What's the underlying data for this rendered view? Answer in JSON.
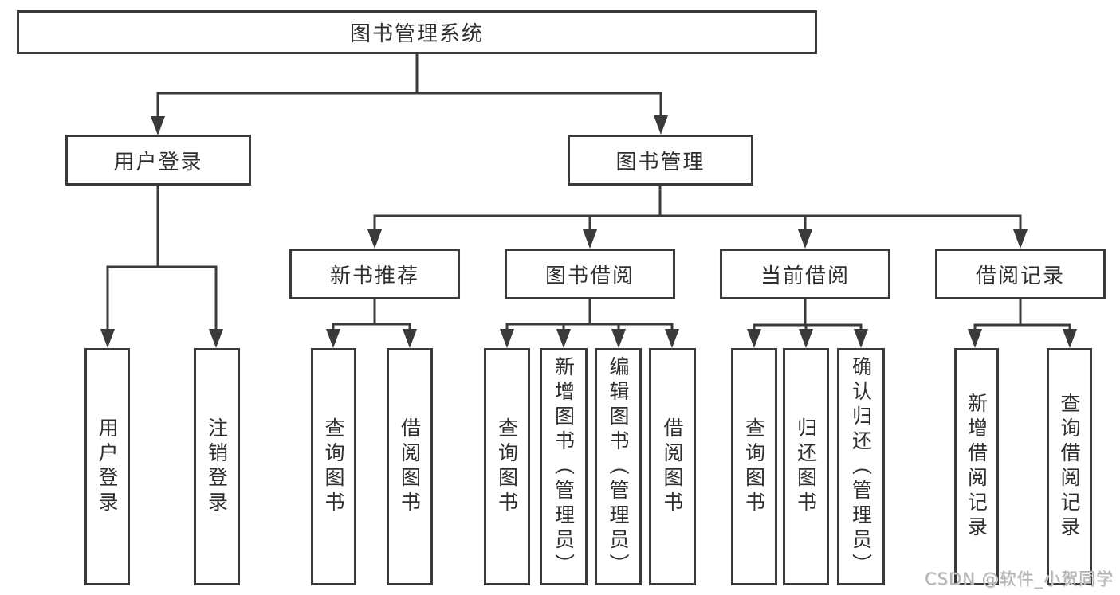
{
  "title": "图书管理系统",
  "watermark": "CSDN @软件_小贺同学",
  "colors": {
    "line": "#3a3a3a",
    "box_border": "#3a3a3a",
    "text": "#2f2f2f",
    "watermark": "#b3b3b3",
    "background": "#ffffff"
  },
  "tree": {
    "root": {
      "label": "图书管理系统"
    },
    "branches": [
      {
        "label": "用户登录",
        "children": [
          {
            "label": "用户登录"
          },
          {
            "label": "注销登录"
          }
        ]
      },
      {
        "label": "图书管理",
        "children": [
          {
            "label": "新书推荐",
            "children": [
              {
                "label": "查询图书"
              },
              {
                "label": "借阅图书"
              }
            ]
          },
          {
            "label": "图书借阅",
            "children": [
              {
                "label": "查询图书"
              },
              {
                "label": "新增图书（管理员）"
              },
              {
                "label": "编辑图书（管理员）"
              },
              {
                "label": "借阅图书"
              }
            ]
          },
          {
            "label": "当前借阅",
            "children": [
              {
                "label": "查询图书"
              },
              {
                "label": "归还图书"
              },
              {
                "label": "确认归还（管理员）"
              }
            ]
          },
          {
            "label": "借阅记录",
            "children": [
              {
                "label": "新增借阅记录"
              },
              {
                "label": "查询借阅记录"
              }
            ]
          }
        ]
      }
    ]
  }
}
